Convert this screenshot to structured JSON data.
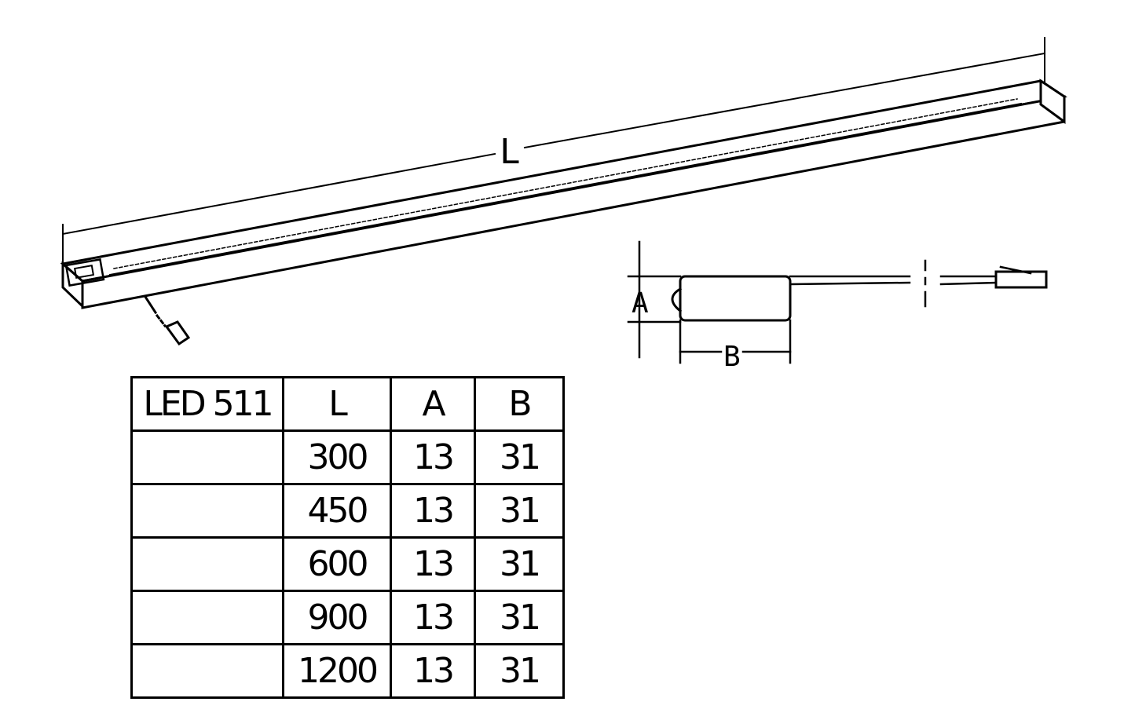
{
  "diagram": {
    "length_label": "L",
    "height_label": "A",
    "width_label": "B"
  },
  "table": {
    "headers": [
      "LED 511",
      "L",
      "A",
      "B"
    ],
    "rows": [
      [
        "",
        "300",
        "13",
        "31"
      ],
      [
        "",
        "450",
        "13",
        "31"
      ],
      [
        "",
        "600",
        "13",
        "31"
      ],
      [
        "",
        "900",
        "13",
        "31"
      ],
      [
        "",
        "1200",
        "13",
        "31"
      ]
    ]
  }
}
